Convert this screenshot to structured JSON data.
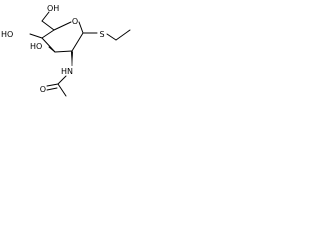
{
  "labels": {
    "oh_top": "OH",
    "ring_o": "O",
    "ho_left": "HO",
    "ho_mid": "HO",
    "s": "S",
    "hn": "HN",
    "o_carbonyl": "O"
  }
}
